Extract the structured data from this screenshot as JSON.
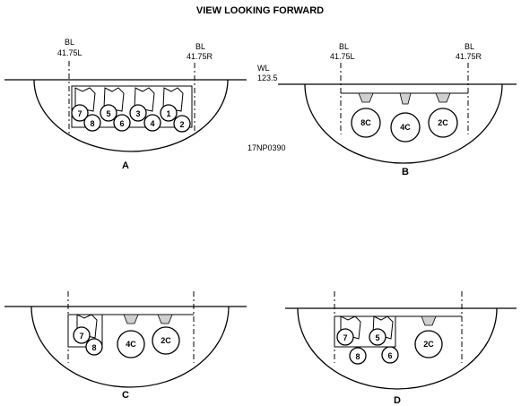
{
  "title": "VIEW LOOKING FORWARD",
  "reference": "17NP0390",
  "labels": {
    "bl_left_top": "BL",
    "bl_left_val": "41.75L",
    "bl_right_top": "BL",
    "bl_right_val": "41.75R",
    "wl_top": "WL",
    "wl_val": "123.5"
  },
  "panels": {
    "a": {
      "letter": "A",
      "items": [
        "7",
        "8",
        "5",
        "6",
        "3",
        "4",
        "1",
        "2"
      ]
    },
    "b": {
      "letter": "B",
      "items": [
        "8C",
        "4C",
        "2C"
      ]
    },
    "c": {
      "letter": "C",
      "items": [
        "7",
        "8",
        "4C",
        "2C"
      ]
    },
    "d": {
      "letter": "D",
      "items": [
        "7",
        "8",
        "5",
        "6",
        "2C"
      ]
    }
  }
}
